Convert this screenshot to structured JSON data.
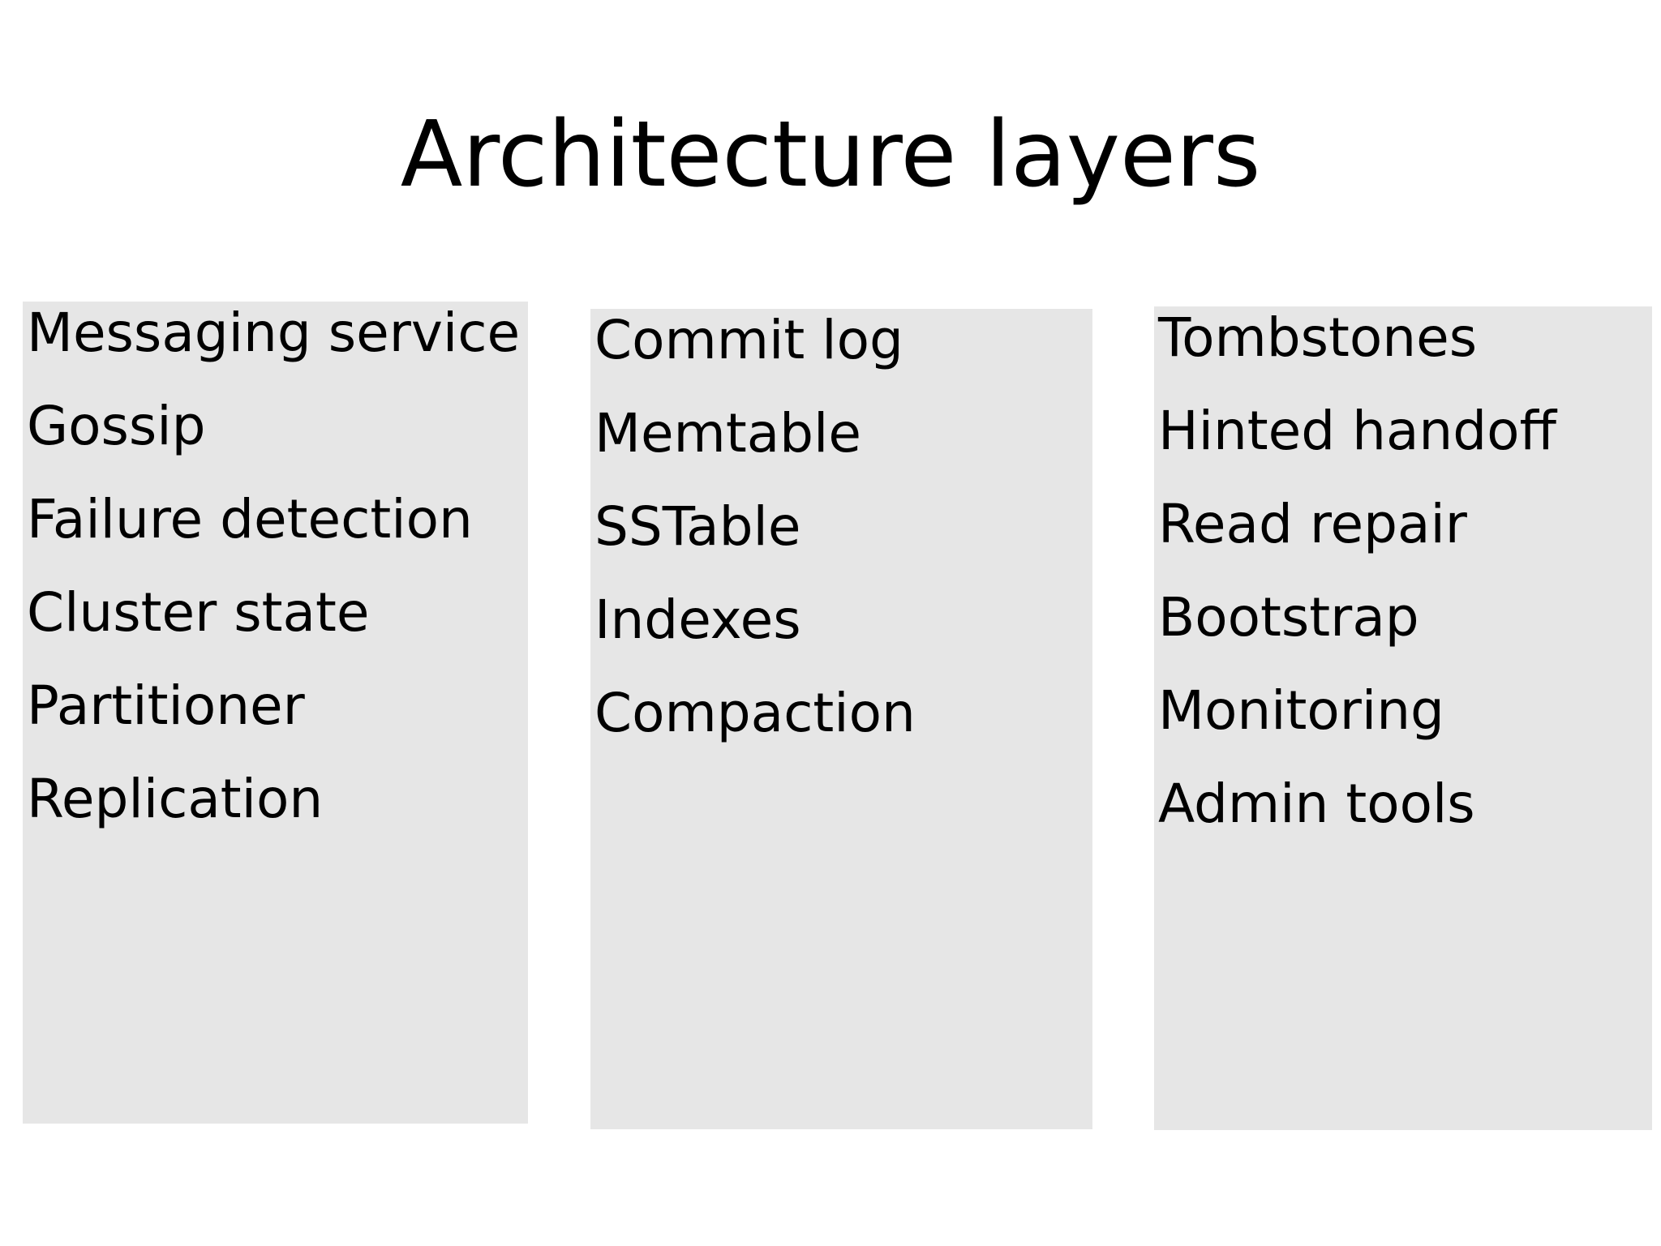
{
  "slide": {
    "title": "Architecture layers",
    "background_color": "#ffffff",
    "box_color": "#e6e6e6",
    "text_color": "#000000",
    "columns": [
      {
        "items": [
          "Messaging service",
          "Gossip",
          "Failure detection",
          "Cluster state",
          "Partitioner",
          "Replication"
        ]
      },
      {
        "items": [
          "Commit log",
          "Memtable",
          "SSTable",
          "Indexes",
          "Compaction"
        ]
      },
      {
        "items": [
          "Tombstones",
          "Hinted handoff",
          "Read repair",
          "Bootstrap",
          "Monitoring",
          "Admin tools"
        ]
      }
    ]
  }
}
